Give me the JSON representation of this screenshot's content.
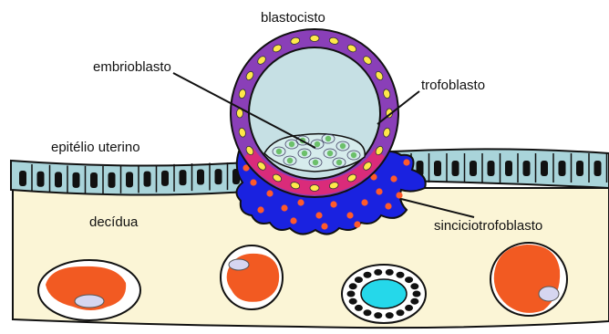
{
  "labels": {
    "blastocisto": "blastocisto",
    "embrioblasto": "embrioblasto",
    "trofoblasto": "trofoblasto",
    "epitelio_uterino": "epitélio uterino",
    "decidua": "decídua",
    "sinciciotrofoblasto": "sinciciotrofoblasto"
  },
  "colors": {
    "background": "#ffffff",
    "decidua": "#fbf5d6",
    "epithelium": "#a9d4da",
    "epithelium_nucleus": "#111111",
    "trophoblast": "#8a3fb8",
    "trophoblast_nucleus": "#ffe84a",
    "blastocoel": "#c6e0e4",
    "embryoblast": "#d6ecec",
    "embryoblast_nucleus": "#6cc06a",
    "syncytiotrophoblast": "#1a22e0",
    "syncytio_nucleus": "#ff5a2a",
    "syncytio_inner_band": "#e8286e",
    "decidual_cell": "#ffffff",
    "decidual_cell_nucleus": "#f25a22",
    "decidual_cell_vacuole": "#d6d6f0",
    "gland_lumen": "#25d8ea",
    "outline": "#111111"
  }
}
